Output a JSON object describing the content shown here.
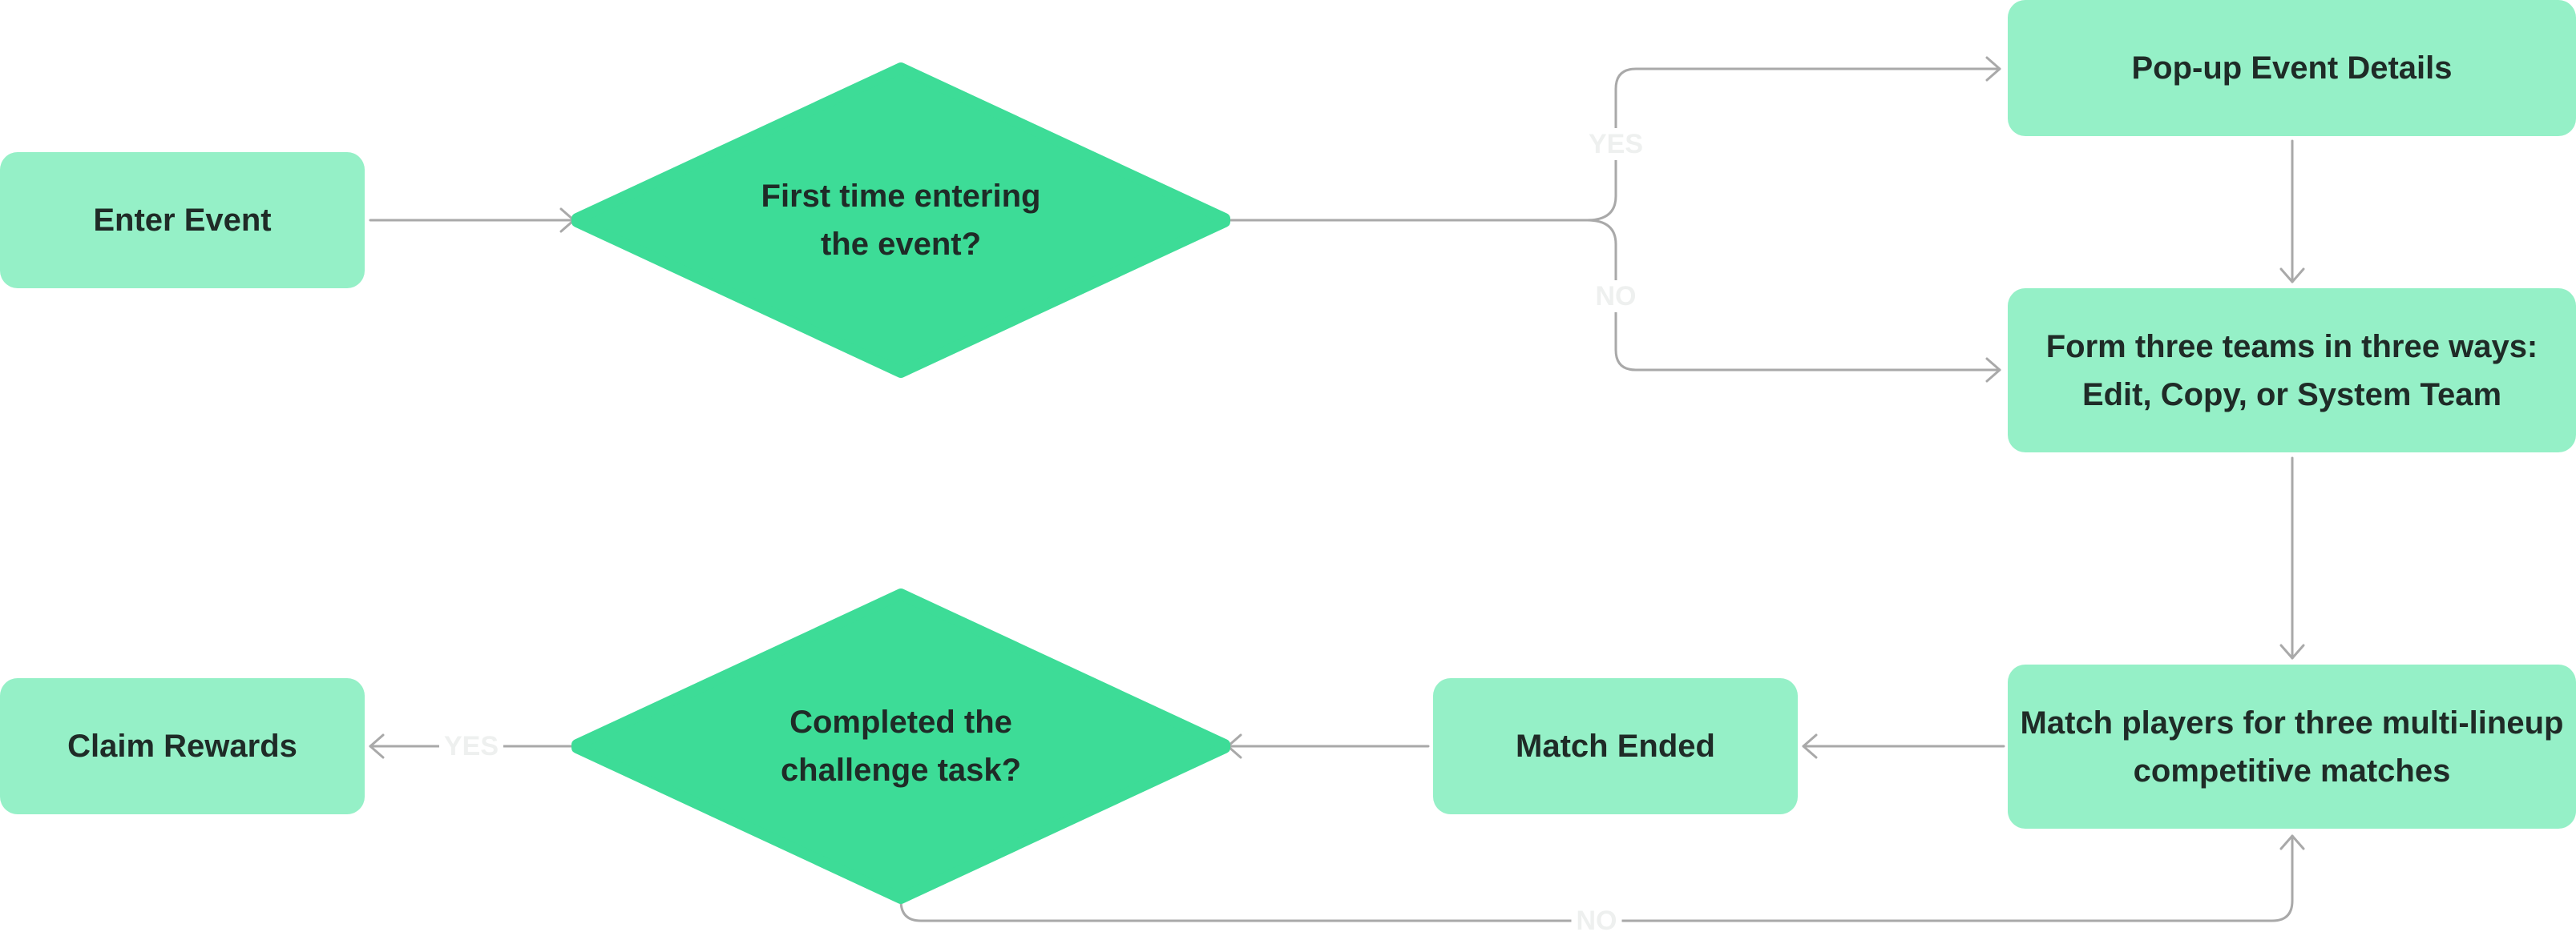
{
  "colors": {
    "box_fill": "#95f0c7",
    "diamond_fill": "#3ddc97",
    "text": "#1f2b27",
    "connector": "#a9a9a9",
    "edge_label": "#eef0ef"
  },
  "nodes": {
    "enter_event": "Enter Event",
    "first_time_decision": "First time entering\nthe event?",
    "popup_event_details": "Pop-up Event Details",
    "form_teams": "Form three teams in three ways:\nEdit, Copy, or System Team",
    "match_players": "Match players for three multi-lineup\ncompetitive matches",
    "match_ended": "Match Ended",
    "completed_decision": "Completed the\nchallenge task?",
    "claim_rewards": "Claim Rewards"
  },
  "edge_labels": {
    "first_time_yes": "YES",
    "first_time_no": "NO",
    "completed_yes": "YES",
    "completed_no": "NO"
  }
}
